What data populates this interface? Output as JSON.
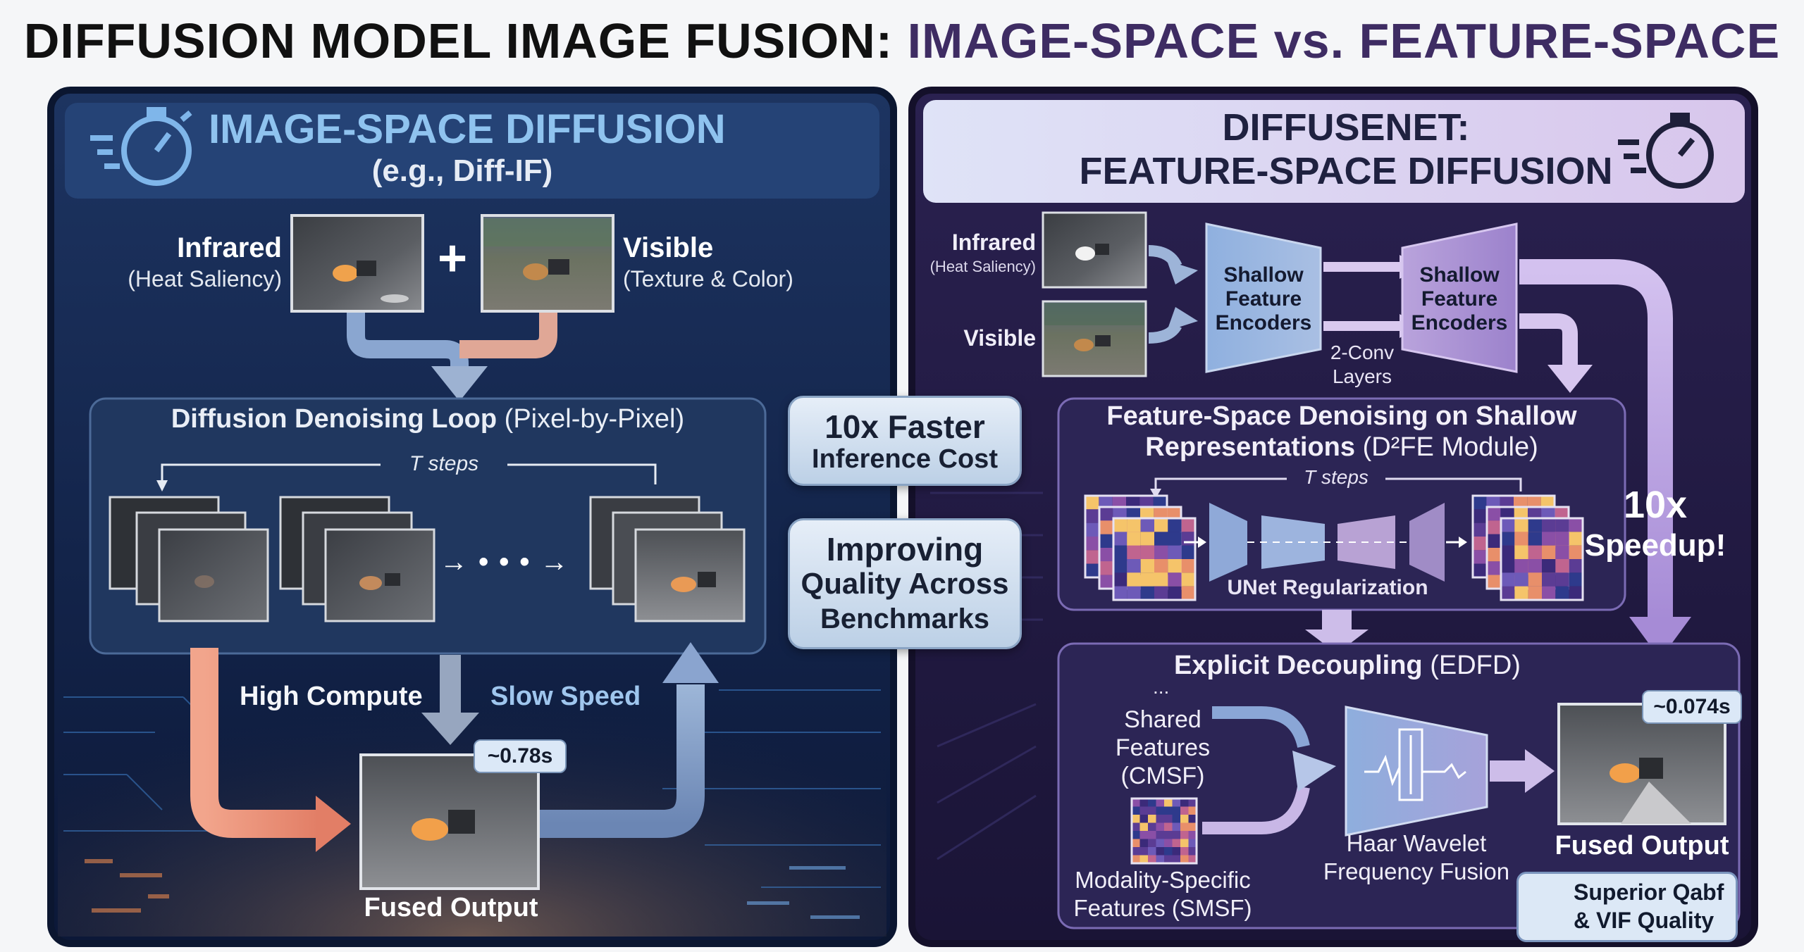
{
  "title": {
    "main": "DIFFUSION MODEL IMAGE FUSION:",
    "highlight": "IMAGE-SPACE vs. FEATURE-SPACE"
  },
  "left": {
    "heading": "IMAGE-SPACE DIFFUSION",
    "subheading": "(e.g., Diff-IF)",
    "infrared_label": "Infrared",
    "infrared_sub": "(Heat Saliency)",
    "plus": "+",
    "visible_label": "Visible",
    "visible_sub": "(Texture & Color)",
    "loop_title_bold": "Diffusion Denoising Loop",
    "loop_title_rest": "(Pixel-by-Pixel)",
    "steps_label": "T steps",
    "ellipsis": "→ • • • →",
    "high_compute": "High Compute",
    "slow_speed": "Slow Speed",
    "time": "~0.78s",
    "fused_output": "Fused Output",
    "icon": "stopwatch-icon"
  },
  "middle": {
    "faster_line1": "10x Faster",
    "faster_line2": "Inference Cost",
    "quality_line1": "Improving",
    "quality_line2": "Quality Across",
    "quality_line3": "Benchmarks"
  },
  "right": {
    "heading_line1": "DIFFUSENET:",
    "heading_line2": "FEATURE-SPACE DIFFUSION",
    "infrared_label": "Infrared",
    "infrared_sub": "(Heat Saliency)",
    "visible_label": "Visible",
    "encoder1": [
      "Shallow",
      "Feature",
      "Encoders"
    ],
    "encoder2": [
      "Shallow",
      "Feature",
      "Encoders"
    ],
    "conv_label": [
      "2-Conv",
      "Layers"
    ],
    "denoise_title_line1": "Feature-Space Denoising on Shallow",
    "denoise_title_line2_bold": "Representations",
    "denoise_title_line2_rest": "(D²FE Module)",
    "steps_label": "T steps",
    "unet_label": "UNet Regularization",
    "speedup": [
      "10x",
      "Speedup!"
    ],
    "decoupling_bold": "Explicit Decoupling",
    "decoupling_rest": "(EDFD)",
    "dots": "...",
    "shared_features": [
      "Shared",
      "Features",
      "(CMSF)"
    ],
    "modality_features": [
      "Modality-Specific",
      "Features (SMSF)"
    ],
    "haar": [
      "Haar Wavelet",
      "Frequency Fusion"
    ],
    "time": "~0.074s",
    "fused_output": "Fused Output",
    "quality_badge": [
      "Superior Qabf",
      "& VIF Quality"
    ],
    "icon": "stopwatch-icon",
    "badge_icon": "award-ribbon-icon"
  },
  "colors": {
    "left_panel": "#14254a",
    "right_panel": "#221a44",
    "accent_purple": "#b79be0",
    "accent_blue": "#8fc3ef",
    "warm_arrow": "#e9967a"
  }
}
